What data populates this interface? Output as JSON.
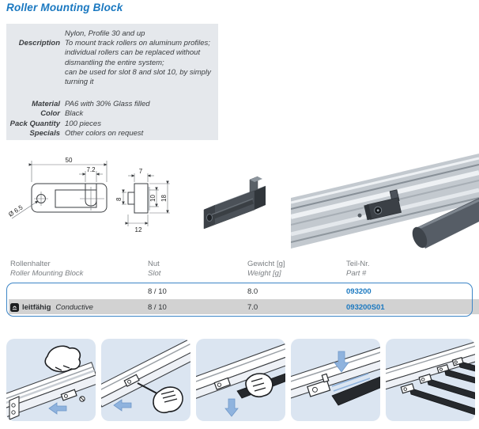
{
  "page": {
    "title": "Roller Mounting Block"
  },
  "colors": {
    "accent_blue": "#1a78c0",
    "table_border_blue": "#3c85c6",
    "row_gray": "#d2d2d2",
    "panel_blue": "#dbe5f1",
    "arrow_blue": "#8fb3de",
    "infobox_gray": "#e5e8ec",
    "header_gray": "#7b7f83"
  },
  "info": {
    "rows": [
      {
        "label": "",
        "value": "Nylon, Profile 30 and up"
      },
      {
        "label": "Description",
        "value": "To mount track rollers on aluminum profiles;"
      },
      {
        "label": "",
        "value": "individual rollers can be replaced without"
      },
      {
        "label": "",
        "value": "dismantling the entire system;"
      },
      {
        "label": "",
        "value": "can be used for slot 8 and slot 10, by simply"
      },
      {
        "label": "",
        "value": "turning it"
      },
      {
        "label": "",
        "value": "",
        "spacer": true
      },
      {
        "label": "Material",
        "value": "PA6 with 30% Glass filled"
      },
      {
        "label": "Color",
        "value": "Black"
      },
      {
        "label": "Pack Quantity",
        "value": "100 pieces"
      },
      {
        "label": "Specials",
        "value": "Other colors on request"
      }
    ]
  },
  "drawing": {
    "dim_width": "50",
    "dim_slot": "7.2",
    "dim_dia": "Ø 6.5",
    "dim_top": "7",
    "dim_left": "8",
    "dim_inner": "10",
    "dim_outer": "18",
    "dim_bottom": "12"
  },
  "table": {
    "headers": [
      {
        "de": "Rollenhalter",
        "en": "Roller Mounting Block"
      },
      {
        "de": "Nut",
        "en": "Slot"
      },
      {
        "de": "Gewicht [g]",
        "en": "Weight [g]"
      },
      {
        "de": "Teil-Nr.",
        "en": "Part #"
      }
    ],
    "rows": [
      {
        "name_bold": "",
        "name_italic": "",
        "slot": "8 / 10",
        "weight": "8.0",
        "part": "093200",
        "conductive": false
      },
      {
        "name_bold": "leitfähig",
        "name_italic": "Conductive",
        "slot": "8 / 10",
        "weight": "7.0",
        "part": "093200S01",
        "conductive": true
      }
    ]
  },
  "instructions": {
    "steps": [
      {
        "arrow": "left"
      },
      {
        "arrow": "left"
      },
      {
        "arrow": "down"
      },
      {
        "arrow": "down"
      },
      {
        "arrow": "none"
      }
    ]
  }
}
